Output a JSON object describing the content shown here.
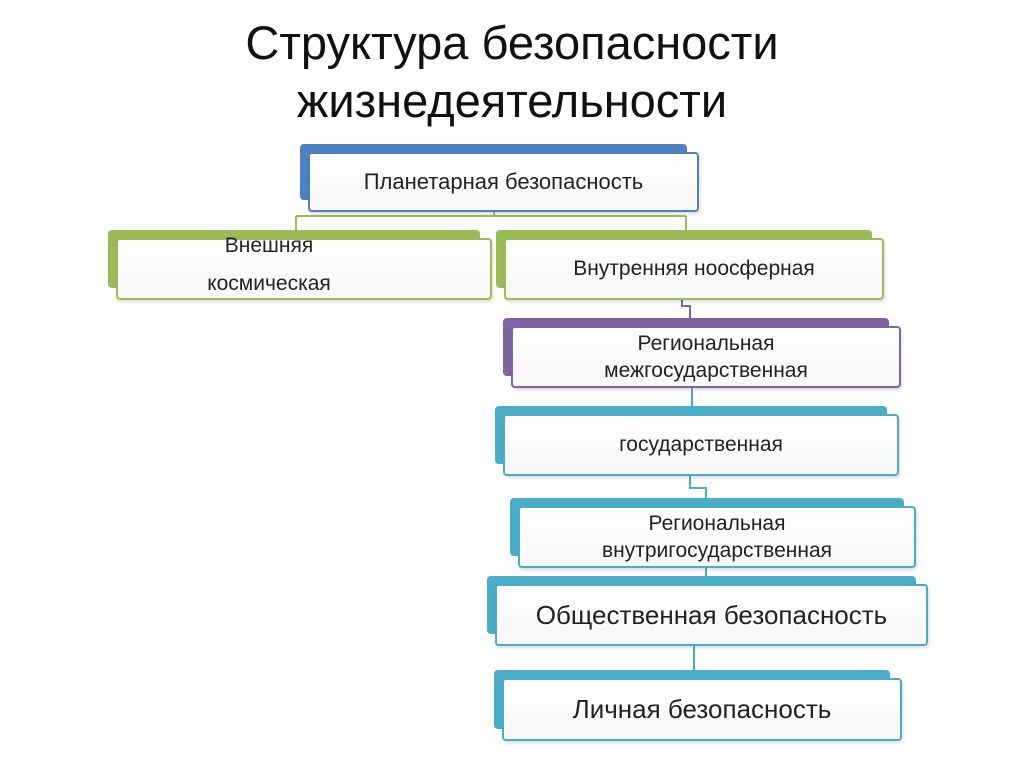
{
  "title": [
    "Структура безопасности",
    "жизнедеятельности"
  ],
  "nodes": {
    "planetary": "Планетарная безопасность",
    "external": [
      "Внешняя",
      "космическая"
    ],
    "internal": "Внутренняя ноосферная",
    "regional_inter": [
      "Региональная",
      "межгосударственная"
    ],
    "state": "государственная",
    "regional_intra": [
      "Региональная",
      "внутригосударственная"
    ],
    "public": "Общественная безопасность",
    "personal": "Личная безопасность"
  },
  "colors": {
    "blue": "#4f81bd",
    "green": "#9bbb59",
    "purple": "#8064a2",
    "teal": "#4bacc6"
  }
}
